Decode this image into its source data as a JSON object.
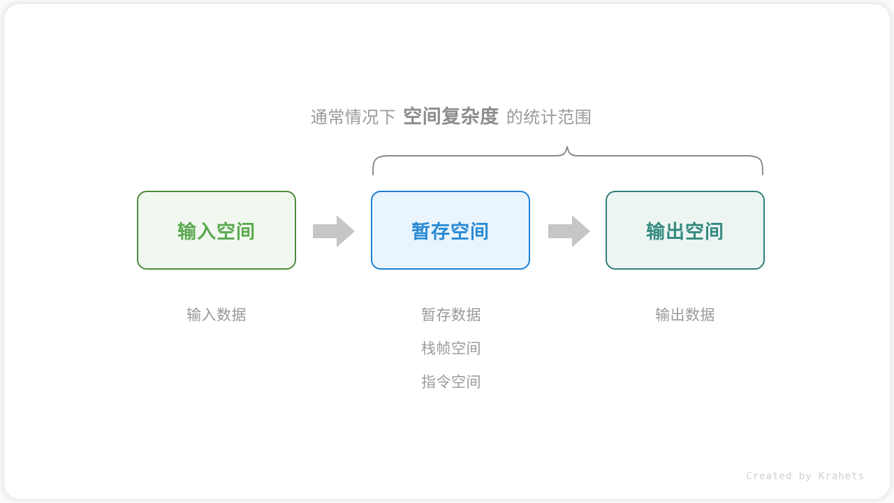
{
  "diagram": {
    "title_caption": {
      "prefix": "通常情况下",
      "emphasis": "空间复杂度",
      "suffix": "的统计范围"
    },
    "brace": {
      "label": "curly-brace-spanning-temp-and-output",
      "color": "#8a8a8a",
      "span_start_box": "暂存空间",
      "span_end_box": "输出空间"
    },
    "boxes": [
      {
        "id": "input",
        "label": "输入空间",
        "fill": "#f1f8ef",
        "border": "#4d8b3d",
        "text_color": "#5aa84f"
      },
      {
        "id": "temp",
        "label": "暂存空间",
        "fill": "#e9f4fd",
        "border": "#1b80d4",
        "text_color": "#2a8ad4"
      },
      {
        "id": "output",
        "label": "输出空间",
        "fill": "#edf5f3",
        "border": "#2f8077",
        "text_color": "#358a80"
      }
    ],
    "arrows": [
      {
        "id": "arrow-1",
        "from": "输入空间",
        "to": "暂存空间",
        "color": "#c6c6c6"
      },
      {
        "id": "arrow-2",
        "from": "暂存空间",
        "to": "输出空间",
        "color": "#c6c6c6"
      }
    ],
    "captions": {
      "input": [
        "输入数据"
      ],
      "temp": [
        "暂存数据",
        "栈帧空间",
        "指令空间"
      ],
      "output": [
        "输出数据"
      ],
      "color": "#9a9a9a"
    },
    "credit": "Created by Krahets"
  }
}
